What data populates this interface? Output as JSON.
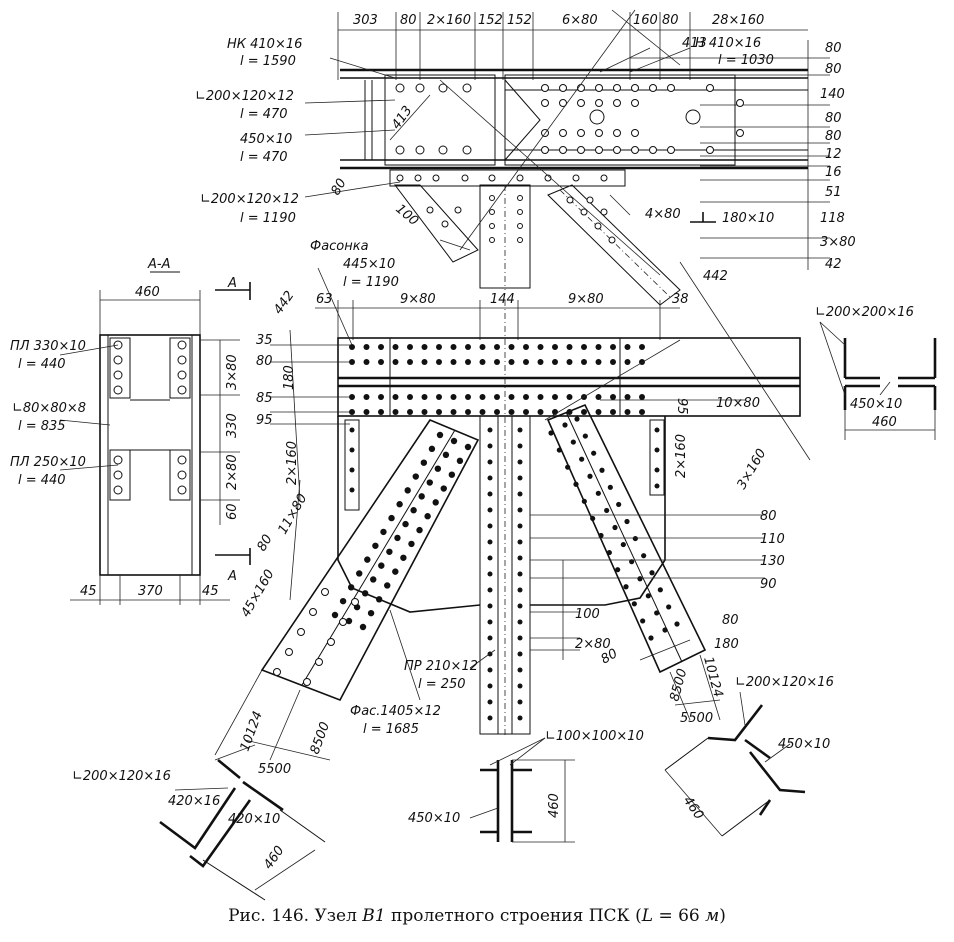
{
  "caption": {
    "prefix": "Рис. 146. Узел",
    "node": "В1",
    "middle": "пролетного строения ПСК (",
    "formula": "L",
    "equals": "= 66",
    "unit": "м",
    "suffix": ")"
  },
  "top_labels": {
    "nk": "НК 410×16",
    "nk_l": "l = 1590",
    "h": "Н 410×16",
    "h_l": "l = 1030",
    "ang1": "∟200×120×12",
    "ang1_l": "l = 470",
    "pl1": "450×10",
    "pl1_l": "l = 470",
    "ang2": "∟200×120×12",
    "ang2_l": "l = 1190",
    "fas": "Фасонка",
    "fas1": "445×10",
    "fas1_l": "l = 1190",
    "tee": "180×10"
  },
  "top_dims": [
    "303",
    "80",
    "2×160",
    "152",
    "152",
    "6×80",
    "160",
    "80",
    "28×160"
  ],
  "right_dims": [
    "80",
    "80",
    "140",
    "80",
    "80",
    "12",
    "16",
    "51",
    "118",
    "3×80",
    "42"
  ],
  "misc_dims": {
    "d413a": "413",
    "d413b": "413",
    "d80": "80",
    "d100": "100",
    "d4x80": "4×80",
    "d442a": "442",
    "d442b": "442"
  },
  "section_aa": {
    "title": "А-А",
    "a1": "А",
    "a2": "А",
    "width": "460",
    "pl330": "ПЛ 330×10",
    "pl330_l": "l = 440",
    "ang80": "∟80×80×8",
    "ang80_l": "l = 835",
    "pl250": "ПЛ 250×10",
    "pl250_l": "l = 440",
    "d3x80": "3×80",
    "d330": "330",
    "d2x80": "2×80",
    "d60": "60",
    "b45a": "45",
    "b370": "370",
    "b45b": "45"
  },
  "gusset_dims": [
    "63",
    "9×80",
    "144",
    "9×80",
    "38"
  ],
  "left_dims": [
    "35",
    "80",
    "180",
    "85",
    "95",
    "2×160",
    "11×80",
    "80",
    "45×160"
  ],
  "center_dims": [
    "10×80",
    "95",
    "2×160",
    "3×160",
    "80",
    "110",
    "130",
    "90",
    "100",
    "2×80",
    "80",
    "180",
    "80"
  ],
  "lower_labels": {
    "pr": "ПР 210×12",
    "pr_l": "l = 250",
    "fas2": "Фас.1405×12",
    "fas2_l": "l = 1685",
    "d10124a": "10124",
    "d8500a": "8500",
    "d5500a": "5500",
    "d10124b": "10124",
    "d8500b": "8500",
    "d5500b": "5500"
  },
  "sections": {
    "top_right": {
      "angle": "∟200×200×16",
      "plate": "450×10",
      "width": "460"
    },
    "bottom_left": {
      "angle": "∟200×120×16",
      "plate1": "420×16",
      "plate2": "420×10",
      "width": "460"
    },
    "bottom_center": {
      "angle": "∟100×100×10",
      "plate": "450×10",
      "width": "460"
    },
    "bottom_right": {
      "angle": "∟200×120×16",
      "plate": "450×10",
      "width": "460"
    }
  }
}
